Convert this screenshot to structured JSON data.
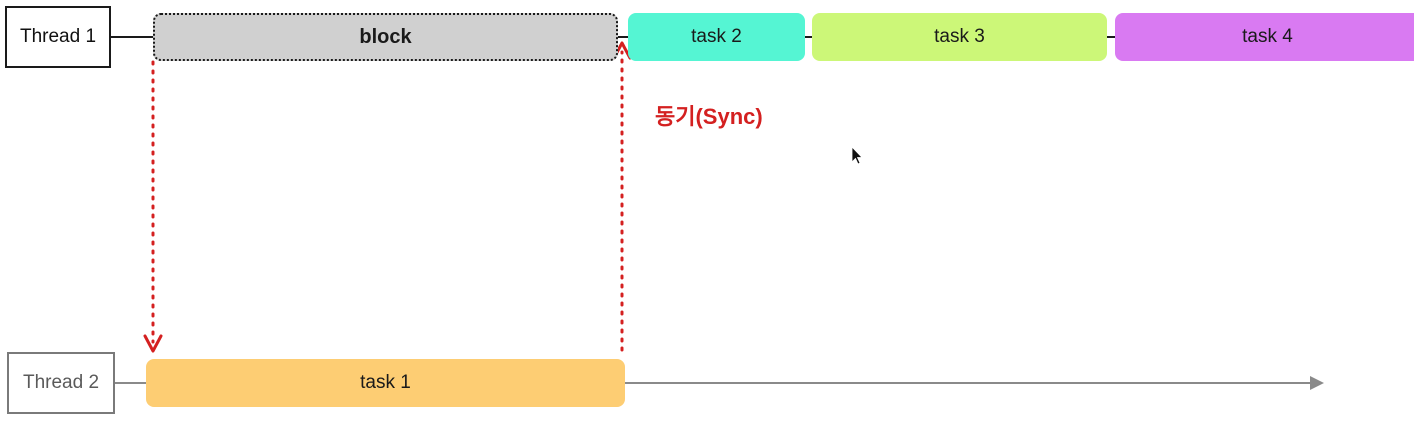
{
  "threads": [
    {
      "label": "Thread 1"
    },
    {
      "label": "Thread 2"
    }
  ],
  "thread1_tasks": [
    {
      "label": "block",
      "color": "#d0d0d0"
    },
    {
      "label": "task 2",
      "color": "#55f5d3"
    },
    {
      "label": "task 3",
      "color": "#ccf778"
    },
    {
      "label": "task 4",
      "color": "#d97af2"
    }
  ],
  "thread2_tasks": [
    {
      "label": "task 1",
      "color": "#fdcd73"
    }
  ],
  "annotation": {
    "label": "동기(Sync)",
    "color": "#d42020"
  },
  "colors": {
    "thread1_line": "#1a1a1a",
    "thread2_line": "#8a8a8a",
    "sync_arrow": "#d42020"
  }
}
